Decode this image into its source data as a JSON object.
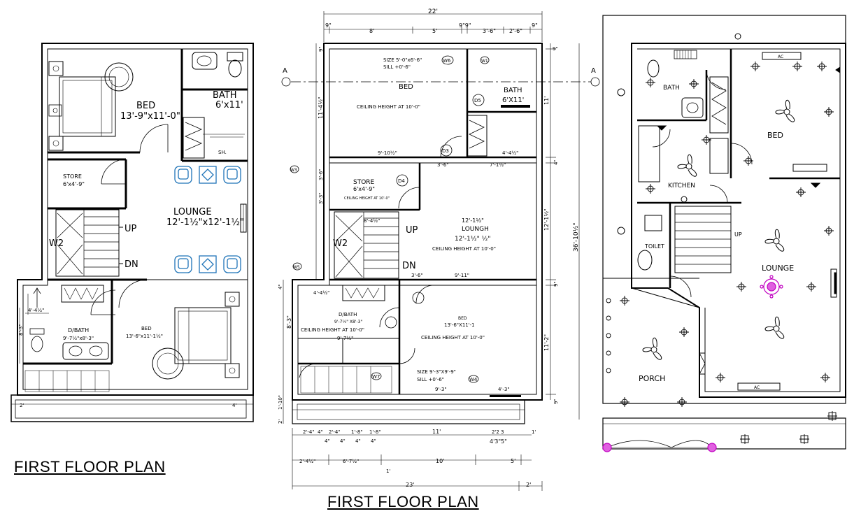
{
  "left_plan": {
    "title": "FIRST FLOOR PLAN",
    "bed1_name": "BED",
    "bed1_size": "13'-9\"x11'-0\"",
    "bath_name": "BATH",
    "bath_size": "6'x11'",
    "shower": "SH.",
    "store_name": "STORE",
    "store_size": "6'x4'-9\"",
    "lounge_name": "LOUNGE",
    "lounge_size": "12'-1½\"x12'-1½\"",
    "up": "UP",
    "dn": "DN",
    "w2": "W2",
    "dbath_name": "D/BATH",
    "dbath_size": "9'-7½\"x8'-3\"",
    "bed2_name": "BED",
    "bed2_size": "13'-6\"x11'-1½\"",
    "dim_side": "8'-3\"",
    "dim_small": "4'-4½\"",
    "dim_bottom_a": "2'",
    "dim_bottom_b": "4'"
  },
  "mid_plan": {
    "title": "FIRST FLOOR PLAN",
    "top_total": "22'",
    "top_dims": [
      "9\"",
      "8'",
      "5'",
      "9\"9\"",
      "3'-6\"",
      "2'-6\"",
      "9\""
    ],
    "section_mark": "A",
    "w6_size": "SIZE  5'-0\"x6'-6\"",
    "w6_sill": "SILL  +0'-6\"",
    "w6": "W6",
    "w1": "W1",
    "bed_top": "BED",
    "ceiling_top": "CEILING HEIGHT AT 10'-0\"",
    "bath_name": "BATH",
    "bath_size": "6'X11'",
    "d5": "D5",
    "d3": "D3",
    "d4": "D4",
    "w3": "W3",
    "w5": "W5",
    "w7": "W7",
    "w4": "W4",
    "dim_9_10": "9'-10½\"",
    "dim_3_6": "3'-6\"",
    "dim_7_1": "7'-1½\"",
    "dim_4_4": "4'-4½\"",
    "store_name": "STORE",
    "store_size": "6'x4'-9\"",
    "store_ceiling": "CEILING HEIGHT AT 10'-0\"",
    "lounge_dim": "12'-1½\"",
    "lounge_name": "LOUNGH",
    "lounge_size": "12'-1½\"   ½\"",
    "lounge_ceiling": "CEILING HEIGHT AT 10'-0\"",
    "up": "UP",
    "dn": "DN",
    "w2": "W2",
    "dim_8_4": "8'-4½\"",
    "dim_3_6b": "3'-6\"",
    "dim_9_11": "9'-11\"",
    "dbath_name": "D/BATH",
    "dbath_size": "9'-7½\"   X8'-3\"",
    "dbath_ceiling": "CEILING HEIGHT AT 10'-0\"",
    "dim_9_7": "9'-7½\"",
    "dim_4_4b": "4'-4½\"",
    "bed2_name": "BED",
    "bed2_size": "13'-6\"X11'-1",
    "bed2_ceiling": "CEILING HEIGHT AT 10'-0\"",
    "w4_size": "SIZE  9'-3\"X9'-9\"",
    "w4_sill": "SILL  +0'-6\"",
    "dim_9_3": "9'-3\"",
    "dim_4_3": "4'-3\"",
    "right_dims": [
      "9\"",
      "11'",
      "4\"",
      "12'-1½\"",
      "9\"",
      "11'-2\"",
      "9\""
    ],
    "right_total": "36'-10½\"",
    "left_dims": [
      "9\"",
      "11'-4½\"",
      "3'-6\"",
      "3'-3\"",
      "4\"",
      "8'-3\"",
      "1'-10\"",
      "2'"
    ],
    "bottom_row1": [
      "2'-4\"",
      "4\"",
      "2'-4\"",
      "1'-8\"",
      "1'-8\"",
      "11'",
      "2'2 3",
      "1'"
    ],
    "bottom_row2": [
      "4\"",
      "4\"",
      "4\"",
      "4\"",
      "4'3\"5\""
    ],
    "bottom_row3": [
      "2'-4½\"",
      "6'-7½\"",
      "10'",
      "5'"
    ],
    "bottom_row3_total": "1'",
    "bottom_total": "23'",
    "bottom_total_b": "2'"
  },
  "right_plan": {
    "bath": "BATH",
    "bed": "BED",
    "kitchen": "KITCHEN",
    "toilet": "TOILET",
    "lounge": "LOUNGE",
    "up": "UP",
    "porch": "PORCH",
    "ac1": "AC",
    "ac2": "AC"
  },
  "colors": {
    "ink": "#000000",
    "furniture_blue": "#1f74b8",
    "light_magenta": "#c000c0"
  }
}
